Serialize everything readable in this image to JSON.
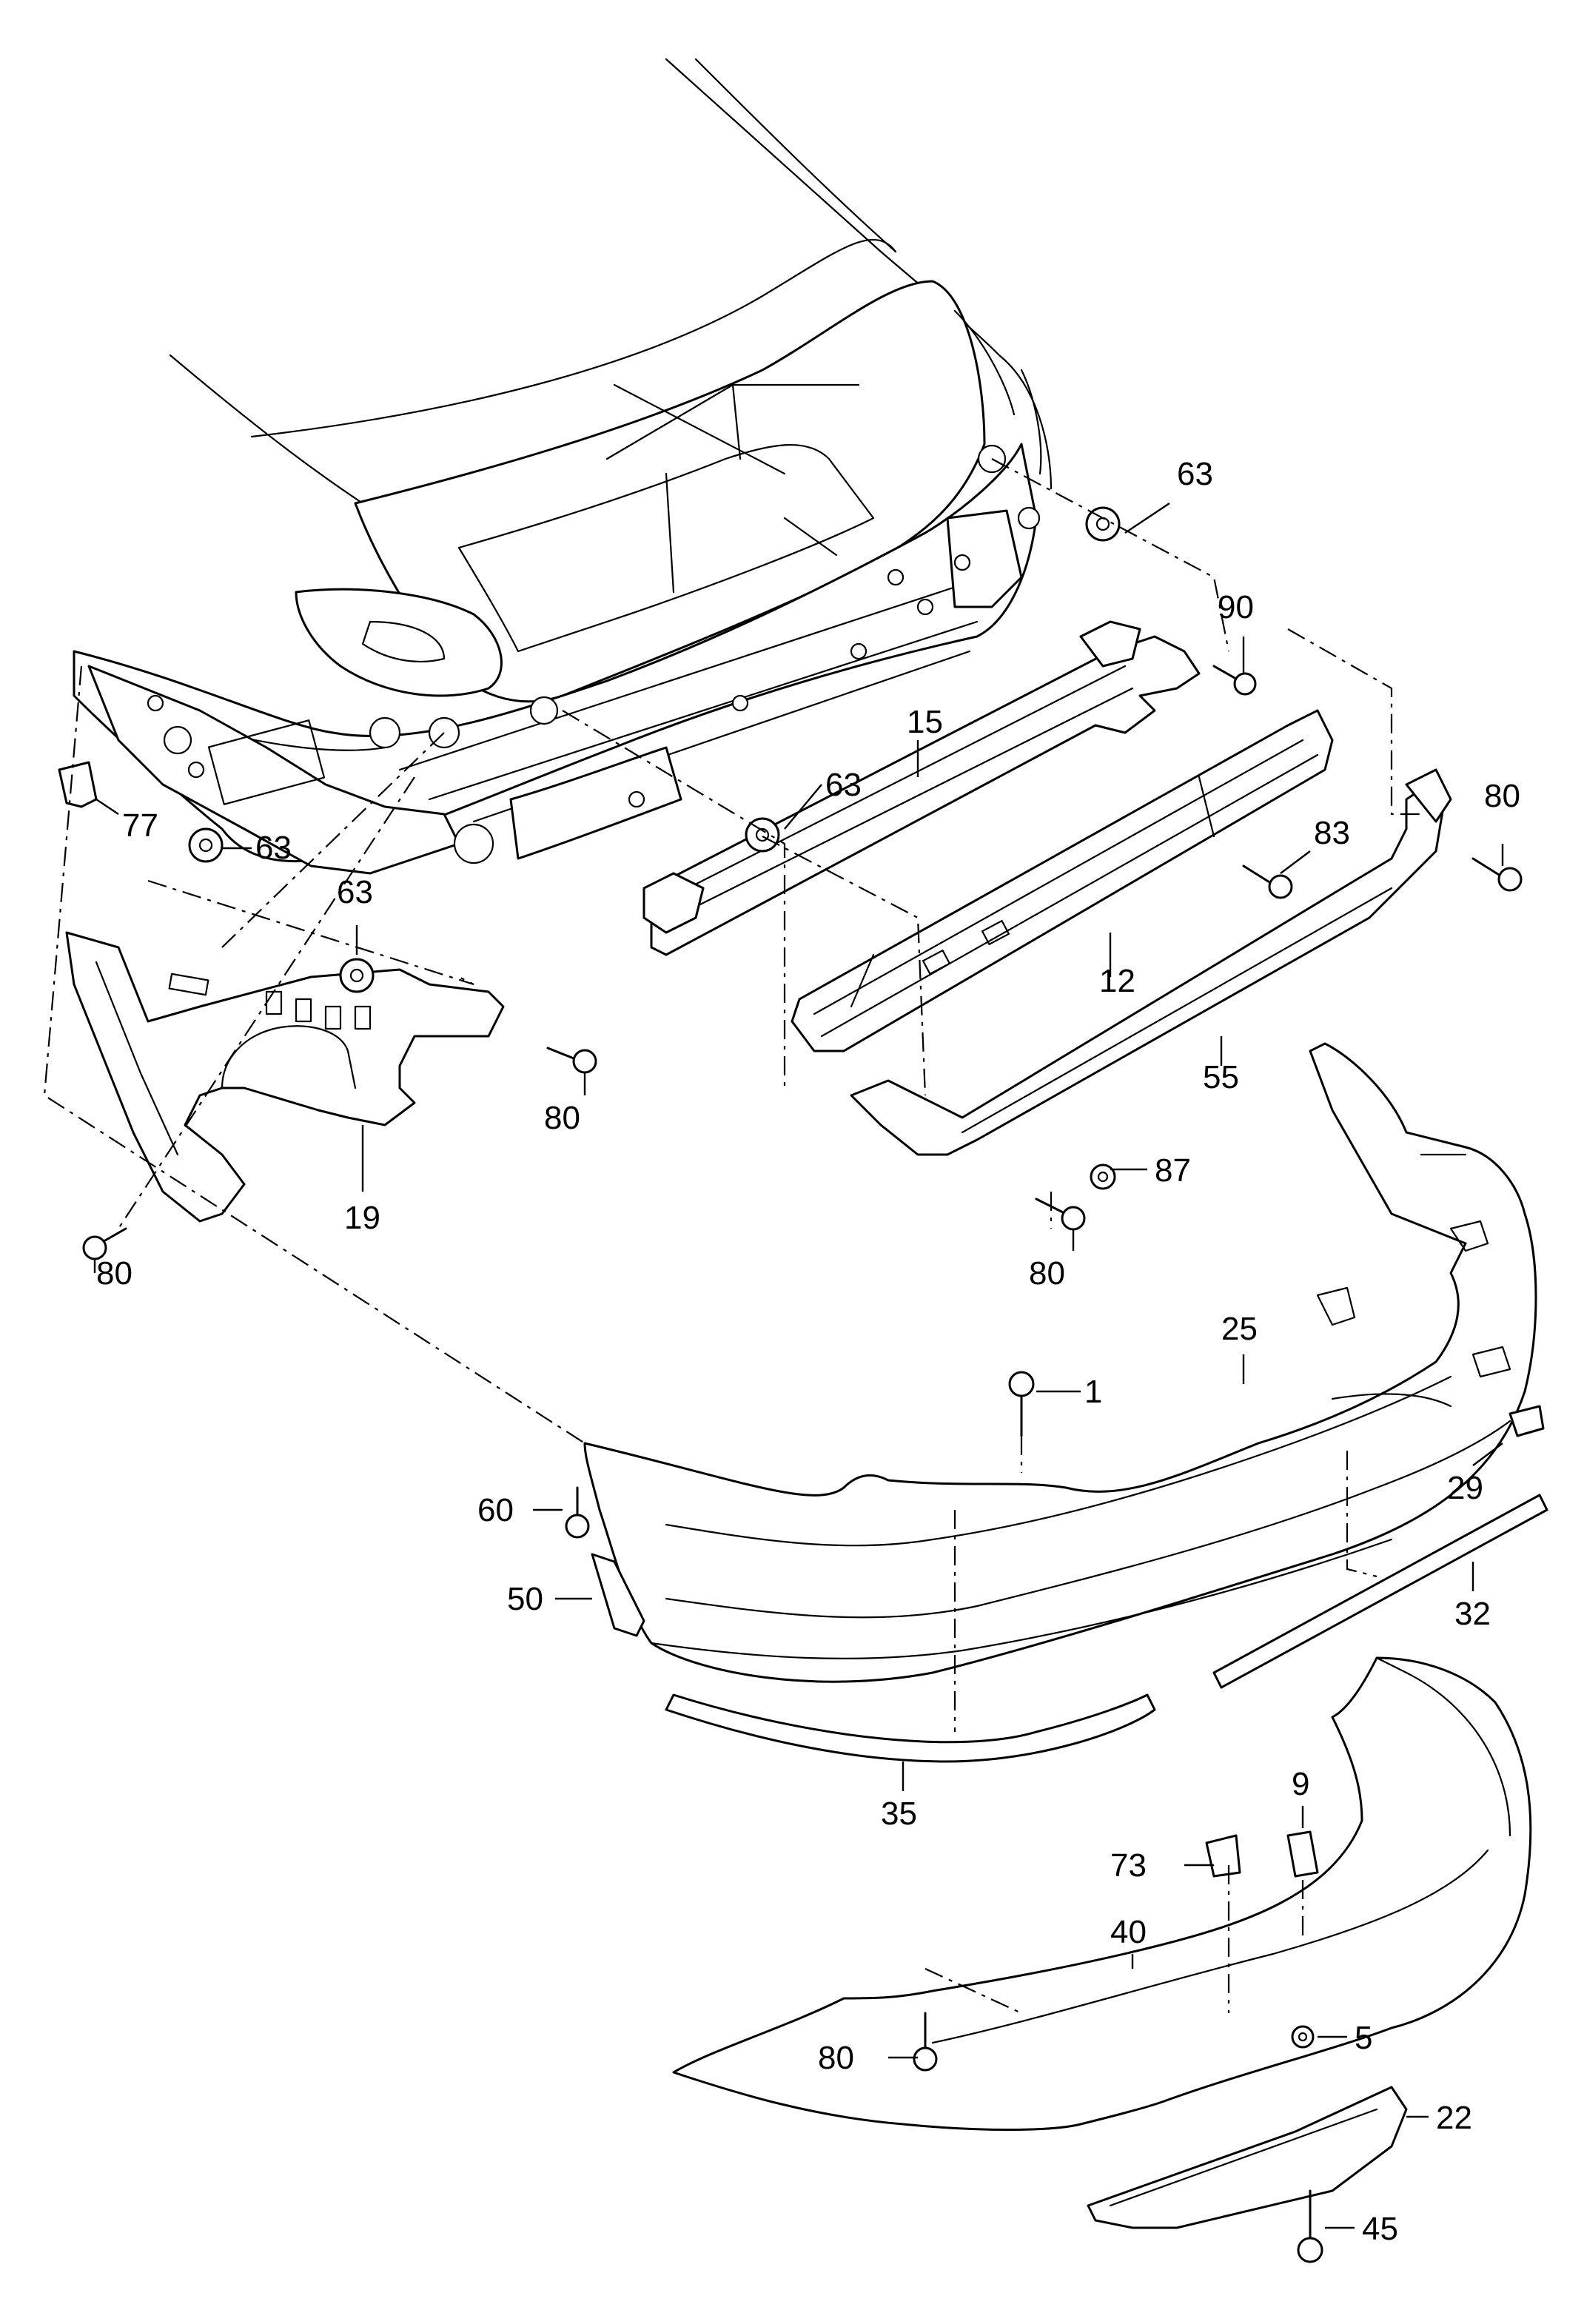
{
  "callouts": [
    {
      "id": "c63a",
      "label": "63"
    },
    {
      "id": "c90",
      "label": "90"
    },
    {
      "id": "c15",
      "label": "15"
    },
    {
      "id": "c63b",
      "label": "63"
    },
    {
      "id": "c80a",
      "label": "80"
    },
    {
      "id": "c83",
      "label": "83"
    },
    {
      "id": "c77",
      "label": "77"
    },
    {
      "id": "c63c",
      "label": "63"
    },
    {
      "id": "c63d",
      "label": "63"
    },
    {
      "id": "c12",
      "label": "12"
    },
    {
      "id": "c55",
      "label": "55"
    },
    {
      "id": "c80b",
      "label": "80"
    },
    {
      "id": "c87",
      "label": "87"
    },
    {
      "id": "c19",
      "label": "19"
    },
    {
      "id": "c80c",
      "label": "80"
    },
    {
      "id": "c80d",
      "label": "80"
    },
    {
      "id": "c25",
      "label": "25"
    },
    {
      "id": "c1",
      "label": "1"
    },
    {
      "id": "c60",
      "label": "60"
    },
    {
      "id": "c29",
      "label": "29"
    },
    {
      "id": "c50",
      "label": "50"
    },
    {
      "id": "c32",
      "label": "32"
    },
    {
      "id": "c35",
      "label": "35"
    },
    {
      "id": "c9",
      "label": "9"
    },
    {
      "id": "c73",
      "label": "73"
    },
    {
      "id": "c40",
      "label": "40"
    },
    {
      "id": "c80e",
      "label": "80"
    },
    {
      "id": "c5",
      "label": "5"
    },
    {
      "id": "c22",
      "label": "22"
    },
    {
      "id": "c45",
      "label": "45"
    }
  ]
}
